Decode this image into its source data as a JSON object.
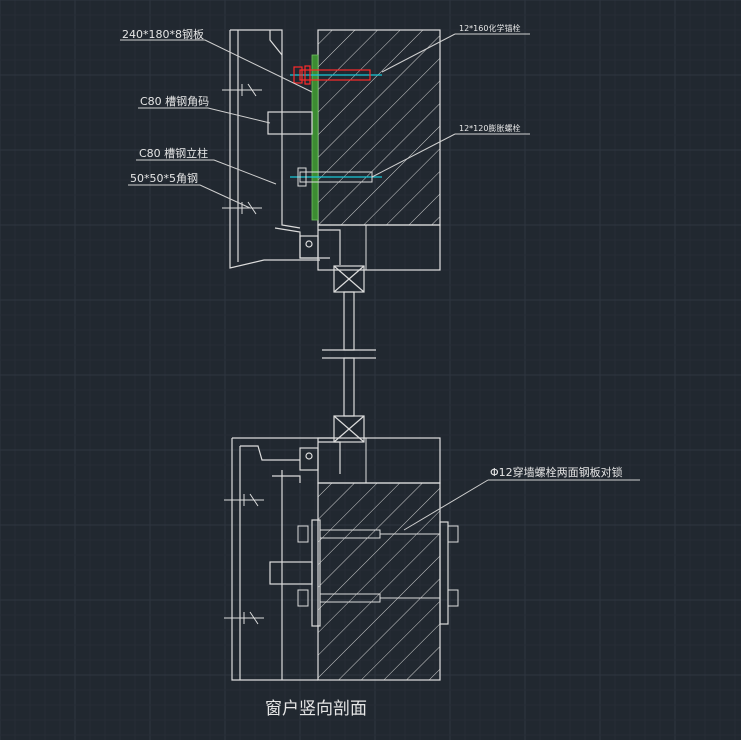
{
  "title": "窗户竖向剖面",
  "colors": {
    "background": "#212830",
    "grid_major": "#2e3640",
    "grid_minor": "#262d36",
    "line": "#d9d9d9",
    "hatch": "#cfcfcf",
    "red": "#ff2a2a",
    "cyan": "#18c8d8",
    "green": "#3c8c32"
  },
  "callouts": [
    {
      "id": "steel-plate",
      "text": "240*180*8钢板"
    },
    {
      "id": "chemical-anchor",
      "text": "12*160化学锚栓"
    },
    {
      "id": "channel-angle-bracket",
      "text": "C80  槽钢角码"
    },
    {
      "id": "expansion-bolt",
      "text": "12*120膨胀螺栓"
    },
    {
      "id": "channel-column",
      "text": "C80 槽钢立柱"
    },
    {
      "id": "angle-steel",
      "text": "50*50*5角钢"
    },
    {
      "id": "through-bolt",
      "text": "Φ12穿墙螺栓两面钢板对锁"
    }
  ]
}
